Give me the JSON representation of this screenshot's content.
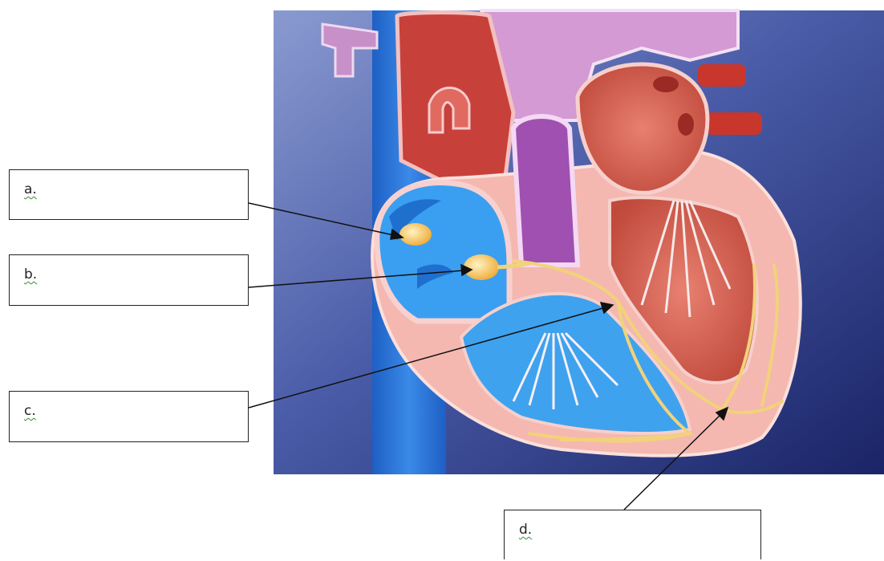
{
  "labels": {
    "a": "a.",
    "b": "b.",
    "c": "c.",
    "d": "d."
  },
  "colors": {
    "background_dark": "#1c2a6e",
    "background_light": "#7a8cc8",
    "vena_cava": "#2a6fd6",
    "right_heart_blood": "#3a9ff0",
    "left_heart_muscle": "#d45a4a",
    "aorta_red": "#c8362c",
    "pulmonary_purple": "#c882c8",
    "pericardium_pink": "#f4b8b0",
    "conduction_yellow": "#f2d27a",
    "node_orange": "#f5c060"
  }
}
